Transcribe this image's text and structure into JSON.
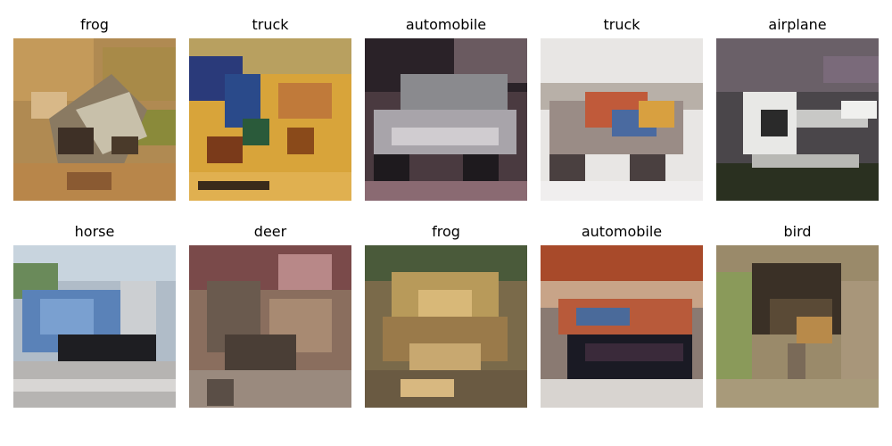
{
  "samples": [
    {
      "label": "frog"
    },
    {
      "label": "truck"
    },
    {
      "label": "automobile"
    },
    {
      "label": "truck"
    },
    {
      "label": "airplane"
    },
    {
      "label": "horse"
    },
    {
      "label": "deer"
    },
    {
      "label": "frog"
    },
    {
      "label": "automobile"
    },
    {
      "label": "bird"
    }
  ]
}
